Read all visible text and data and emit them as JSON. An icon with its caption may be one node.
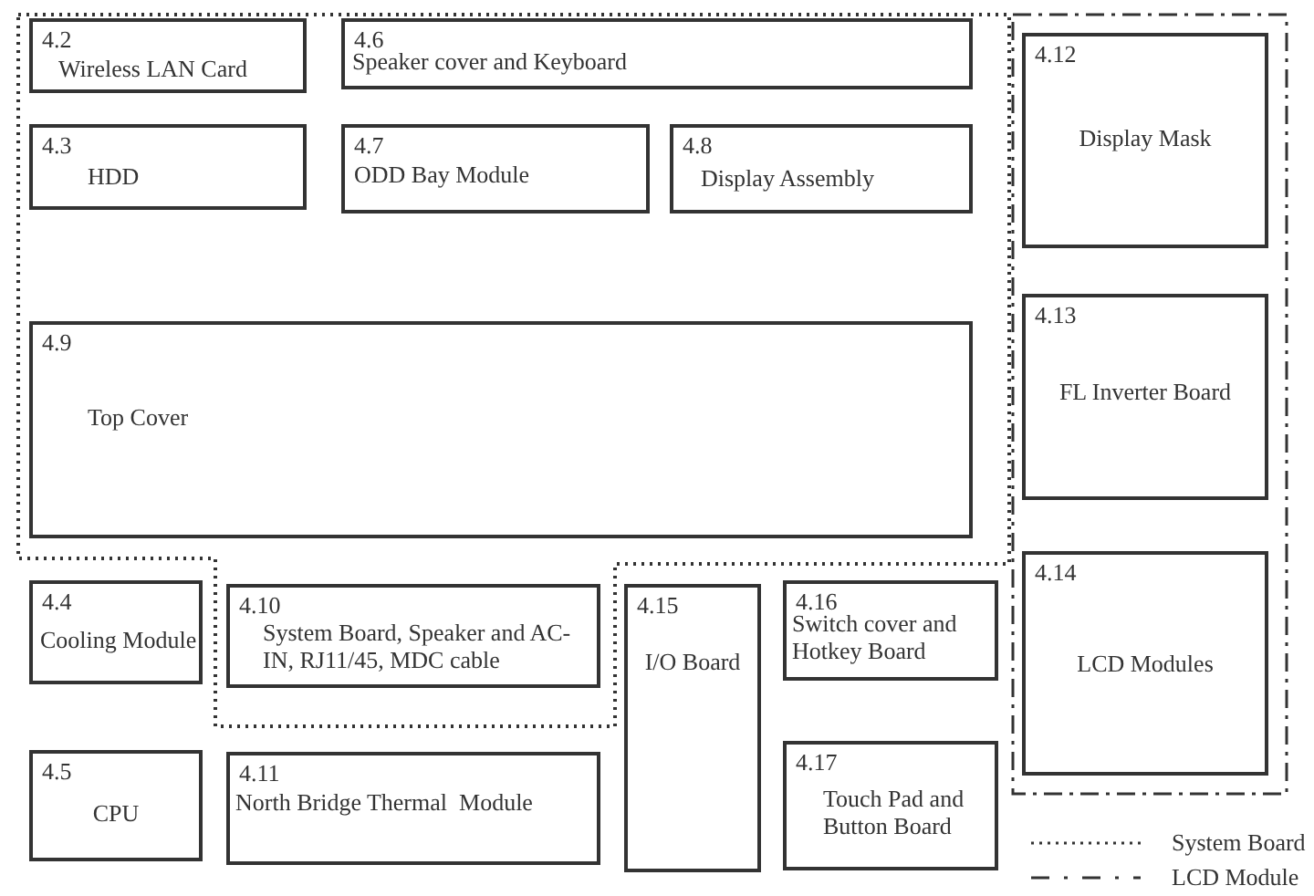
{
  "diagram": {
    "nodes": [
      {
        "text": [
          "4.2",
          "Wireless LAN Card"
        ]
      },
      {
        "text": [
          "4.6",
          "Speaker cover and Keyboard"
        ]
      },
      {
        "text": [
          "4.3",
          "HDD"
        ]
      },
      {
        "text": [
          "4.7",
          "ODD Bay Module"
        ]
      },
      {
        "text": [
          "4.8",
          "Display Assembly"
        ]
      },
      {
        "text": [
          "4.9",
          "Top Cover"
        ]
      },
      {
        "text": [
          "4.12",
          "Display Mask"
        ]
      },
      {
        "text": [
          "4.13",
          "FL Inverter Board"
        ]
      },
      {
        "text": [
          "4.4",
          "Cooling Module"
        ]
      },
      {
        "text": [
          "4.10",
          "System Board, Speaker and AC-IN, RJ11/45, MDC cable"
        ]
      },
      {
        "text": [
          "4.15",
          "I/O Board"
        ]
      },
      {
        "text": [
          "4.16",
          "Switch cover and Hotkey Board"
        ]
      },
      {
        "text": [
          "4.14",
          "LCD Modules"
        ]
      },
      {
        "text": [
          "4.5",
          "CPU"
        ]
      },
      {
        "text": [
          "4.11",
          "North Bridge Thermal  Module"
        ]
      },
      {
        "text": [
          "4.17",
          "Touch Pad and Button Board"
        ]
      }
    ],
    "legend": [
      {
        "text": "System Board"
      },
      {
        "text": "LCD Module"
      }
    ]
  }
}
